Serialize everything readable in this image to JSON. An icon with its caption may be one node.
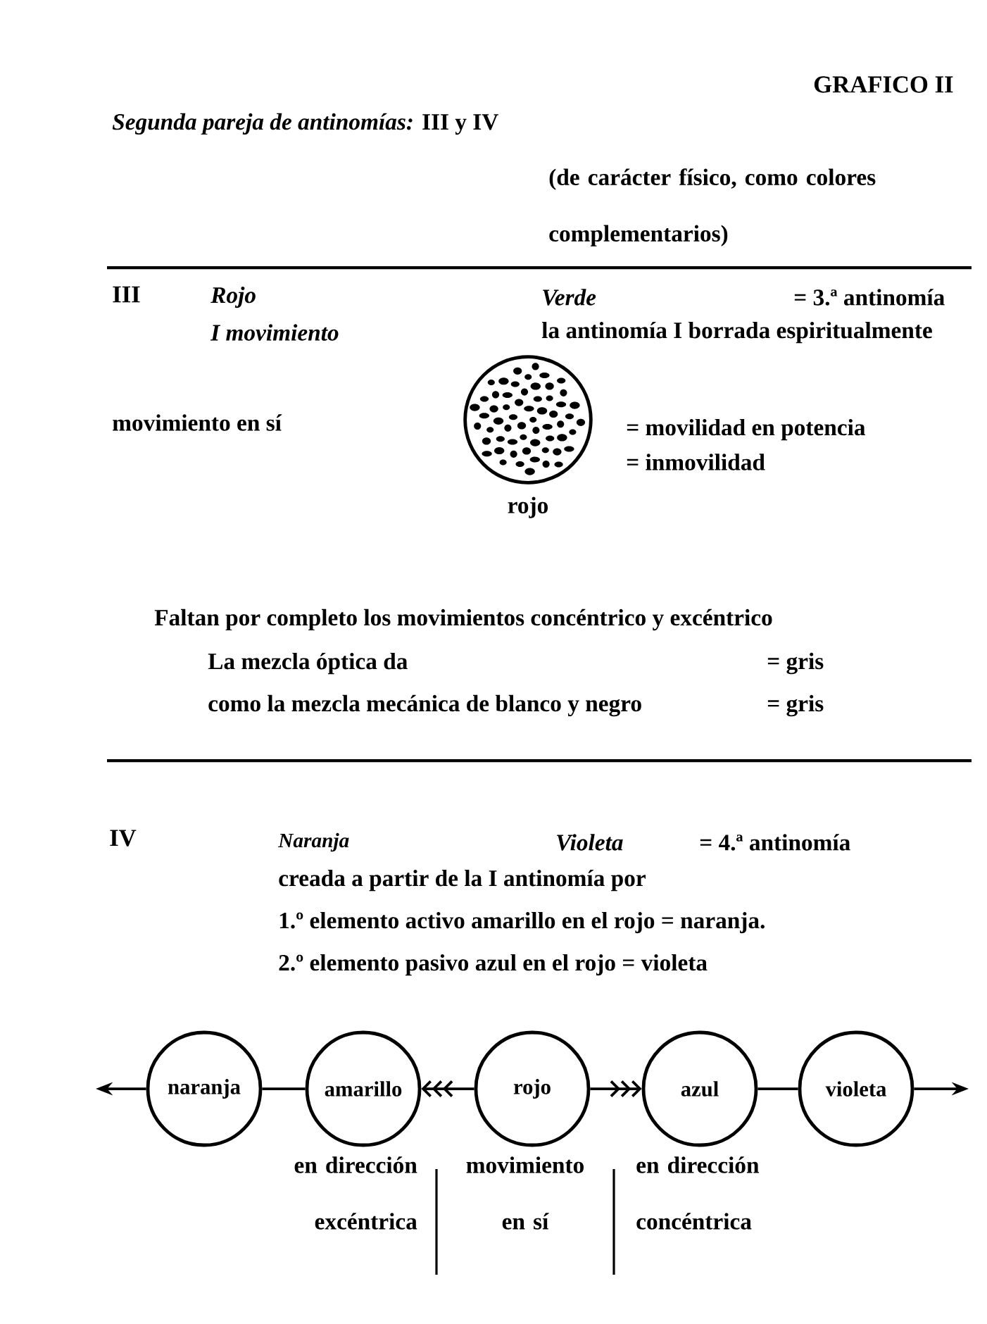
{
  "diagram": {
    "title": "GRAFICO II",
    "nodes": [
      {
        "text": [],
        "shape": "circle",
        "beside": [
          "rojo"
        ]
      },
      {
        "text": [
          "naranja"
        ]
      },
      {
        "text": [
          "amarillo"
        ]
      },
      {
        "text": [
          "rojo"
        ]
      },
      {
        "text": [
          "azul"
        ]
      },
      {
        "text": [
          "violeta"
        ]
      }
    ],
    "edges": [
      {
        "from": 1,
        "to": 2,
        "arrow": "none"
      },
      {
        "from": 3,
        "to": 2,
        "arrow": "to"
      },
      {
        "from": 3,
        "to": 4,
        "arrow": "to"
      },
      {
        "from": 4,
        "to": 5,
        "arrow": "none"
      },
      {
        "from": 1,
        "to": null,
        "arrow": "to"
      },
      {
        "from": 5,
        "to": null,
        "arrow": "to"
      }
    ],
    "labels": [
      "*Segunda pareja de antinomías:* III y IV",
      "(de carácter físico, como colores complementarios)",
      "III",
      "Rojo",
      "Verde",
      "= 3.ª antinomía",
      "I movimiento",
      "la antinomía I borrada espiritualmente",
      "movimiento en sí",
      "= movilidad en potencia",
      "= inmovilidad",
      "Faltan por completo los movimientos concéntrico y excéntrico",
      "La mezcla óptica da",
      "= gris",
      "como la mezcla mecánica de blanco y negro",
      "= gris",
      "IV",
      "Naranja",
      "Violeta",
      "= 4.ª antinomía",
      "creada a partir de la I antinomía por",
      "1.º elemento activo amarillo en el rojo = naranja.",
      "2.º elemento pasivo azul en el rojo = violeta",
      "en dirección excéntrica",
      "movimiento en sí",
      "en dirección concéntrica"
    ]
  }
}
